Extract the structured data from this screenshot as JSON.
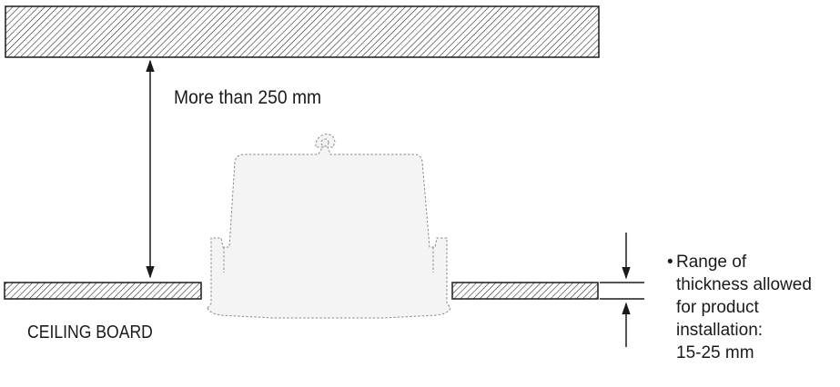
{
  "diagram": {
    "gap_label": "More than 250 mm",
    "board_label": "CEILING BOARD",
    "thickness_note": {
      "bullet": "•",
      "lines": [
        "Range of",
        "thickness allowed",
        "for product",
        "installation:",
        "15-25 mm"
      ]
    }
  },
  "colors": {
    "line": "#1a1a1a",
    "hatch": "#1a1a1a",
    "product_outline": "#8a8a8a",
    "product_fill": "#f4f4f4"
  }
}
